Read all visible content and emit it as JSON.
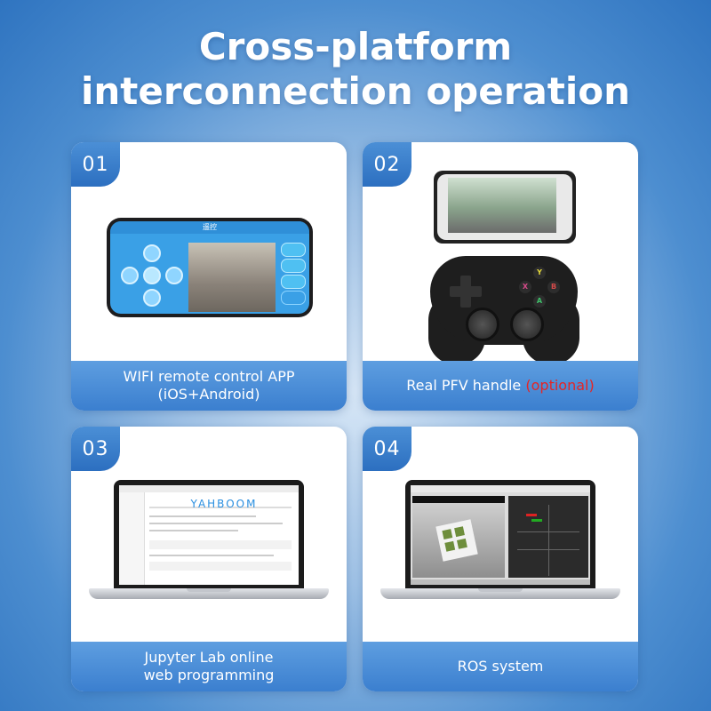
{
  "header": {
    "title_line1": "Cross-platform",
    "title_line2": "interconnection operation"
  },
  "cards": [
    {
      "number": "01",
      "caption_line1": "WIFI remote control APP",
      "caption_line2": "(iOS+Android)"
    },
    {
      "number": "02",
      "caption_main": "Real PFV handle",
      "caption_note": "(optional)"
    },
    {
      "number": "03",
      "caption_line1": "Jupyter Lab online",
      "caption_line2": "web programming"
    },
    {
      "number": "04",
      "caption_line1": "ROS system"
    }
  ],
  "app_screen": {
    "title": "遥控"
  },
  "gamepad_buttons": {
    "y": "Y",
    "x": "X",
    "b": "B",
    "a": "A"
  },
  "jupyter_screen": {
    "logo": "YAHBOOM"
  },
  "colors": {
    "accent": "#3b7fcf",
    "optional": "#e52525"
  }
}
